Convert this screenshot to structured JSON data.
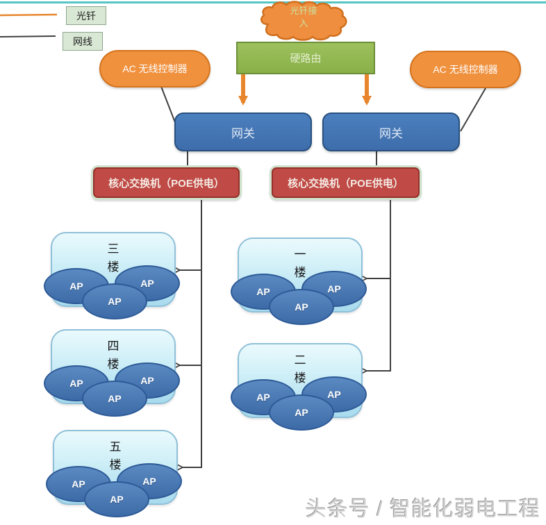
{
  "legend": {
    "fiber_label": "光钎",
    "cable_label": "网线",
    "fiber_color": "#e8862d",
    "cable_color": "#3f3f3f"
  },
  "cloud": {
    "label": "光钎接入"
  },
  "router": {
    "label": "硬路由"
  },
  "ac_left": {
    "label": "AC 无线控制器"
  },
  "ac_right": {
    "label": "AC 无线控制器"
  },
  "gateway_left": {
    "label": "网关"
  },
  "gateway_right": {
    "label": "网关"
  },
  "switch_left": {
    "label": "核心交换机（POE供电）"
  },
  "switch_right": {
    "label": "核心交换机（POE供电）"
  },
  "floors": [
    {
      "id": "3f",
      "label": "三楼",
      "aps": [
        "AP",
        "AP",
        "AP"
      ]
    },
    {
      "id": "4f",
      "label": "四楼",
      "aps": [
        "AP",
        "AP",
        "AP"
      ]
    },
    {
      "id": "5f",
      "label": "五楼",
      "aps": [
        "AP",
        "AP",
        "AP"
      ]
    },
    {
      "id": "1f",
      "label": "一楼",
      "aps": [
        "AP",
        "AP",
        "AP"
      ]
    },
    {
      "id": "2f",
      "label": "二楼",
      "aps": [
        "AP",
        "AP",
        "AP"
      ]
    }
  ],
  "watermark": "头条号 / 智能化弱电工程",
  "colors": {
    "accent_teal": "#55c4c4",
    "cloud_orange": "#ef8e3e",
    "orange_line": "#e8862d",
    "router_green": "#93b952",
    "gateway_blue": "#4577b4",
    "switch_red": "#bf4a46",
    "switch_outer_border": "#cfe2cd",
    "floor_fill": "#cdeef7",
    "ap_fill": "#4a7ab5",
    "line_dark": "#3f3f3f"
  }
}
